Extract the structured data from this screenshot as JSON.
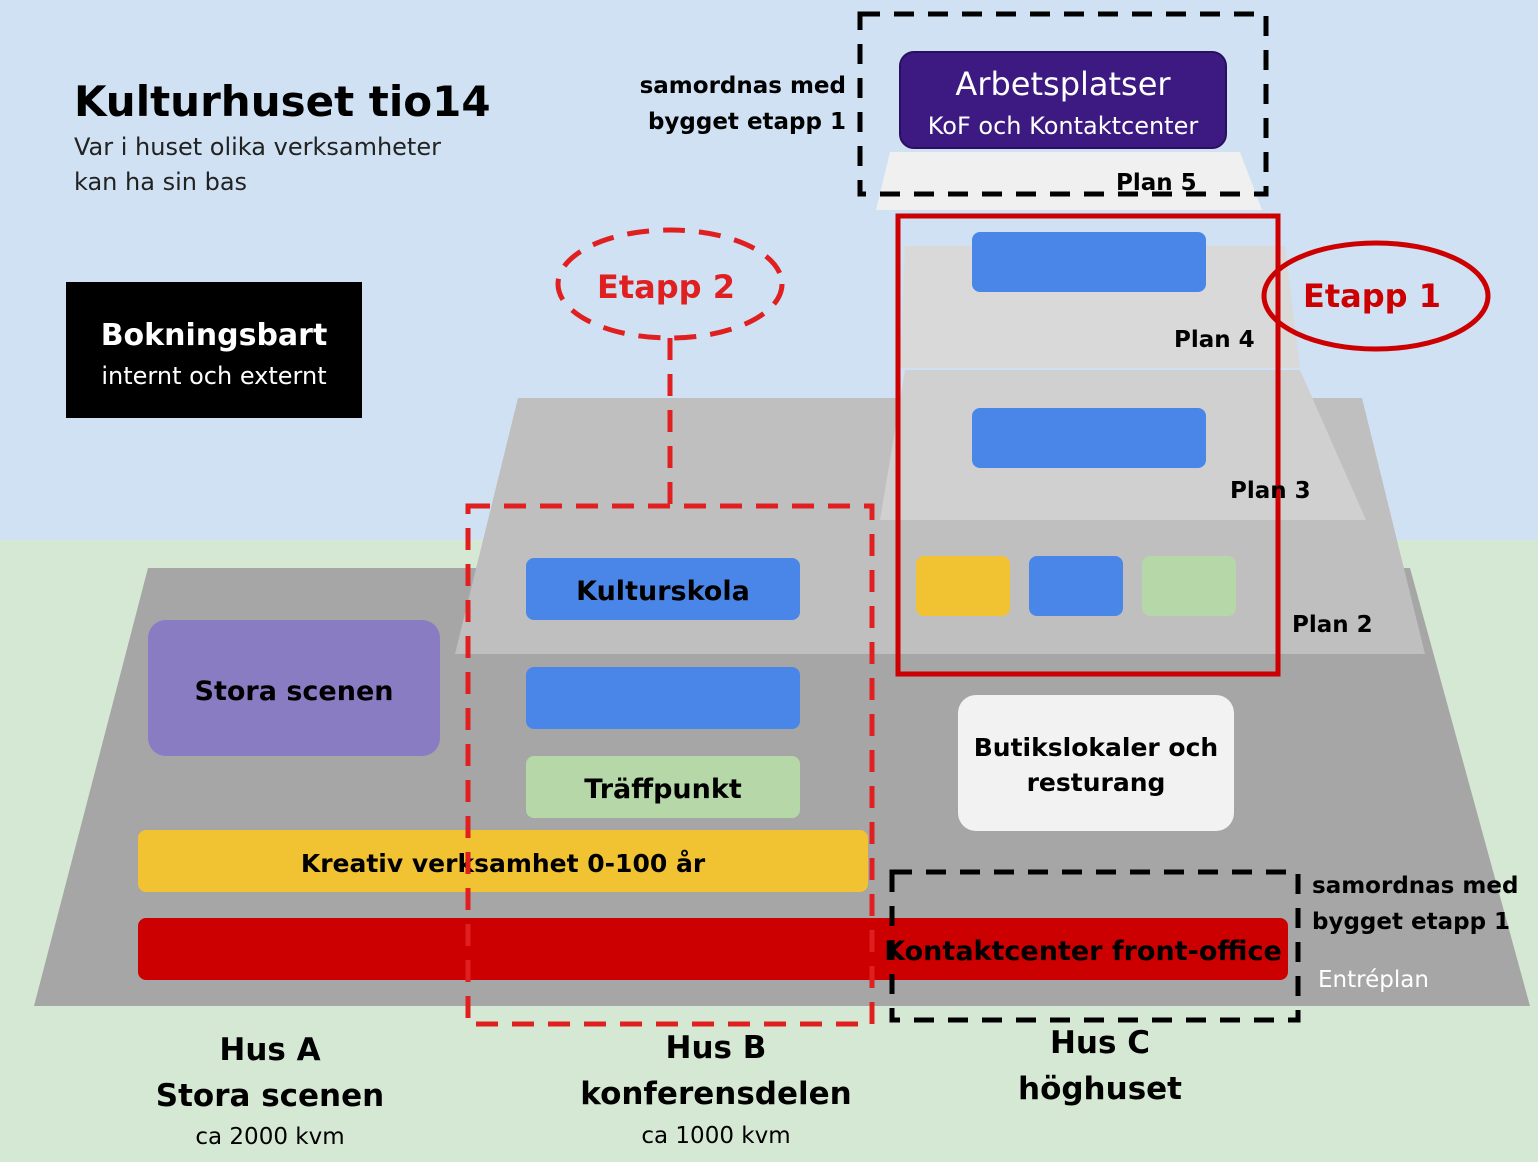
{
  "title": "Kulturhuset tio14",
  "subtitle_lines": [
    "Var i huset olika verksamheter",
    "kan ha sin bas"
  ],
  "legend": {
    "heading": "Bokningsbart",
    "sub": "internt och externt"
  },
  "coord_top": [
    "samordnas med",
    "bygget etapp 1"
  ],
  "coord_bottom": [
    "samordnas med",
    "bygget etapp 1"
  ],
  "etapp1": "Etapp 1",
  "etapp2": "Etapp 2",
  "top_box": {
    "title": "Arbetsplatser",
    "sub": "KoF och Kontaktcenter"
  },
  "plans": {
    "plan5": "Plan 5",
    "plan4": "Plan 4",
    "plan3": "Plan 3",
    "plan2": "Plan 2",
    "entre": "Entréplan"
  },
  "blocks": {
    "kulturskola": "Kulturskola",
    "stora_scenen": "Stora scenen",
    "traffpunkt": "Träffpunkt",
    "butik": [
      "Butikslokaler och",
      "resturang"
    ],
    "kreativ": "Kreativ verksamhet 0-100 år",
    "kontaktcenter": "Kontaktcenter front-office"
  },
  "houses": {
    "a": {
      "name": "Hus A",
      "desc": "Stora scenen",
      "area": "ca 2000 kvm"
    },
    "b": {
      "name": "Hus B",
      "desc": "konferensdelen",
      "area": "ca 1000 kvm"
    },
    "c": {
      "name": "Hus C",
      "desc": "höghuset"
    }
  },
  "colors": {
    "sky": "#cfe1f2",
    "ground": "#d5e8d4",
    "building_dark": "#a6a6a6",
    "building_mid": "#bfbfbf",
    "building_light": "#d9d9d9",
    "building_top": "#f0f0f0",
    "blue": "#4a86e8",
    "purple": "#8a7cc3",
    "green": "#b6d7a8",
    "yellow": "#f1c232",
    "red": "#cc0000",
    "dark_purple": "#3d1a82",
    "dash_red": "#e02020",
    "black": "#000000"
  }
}
